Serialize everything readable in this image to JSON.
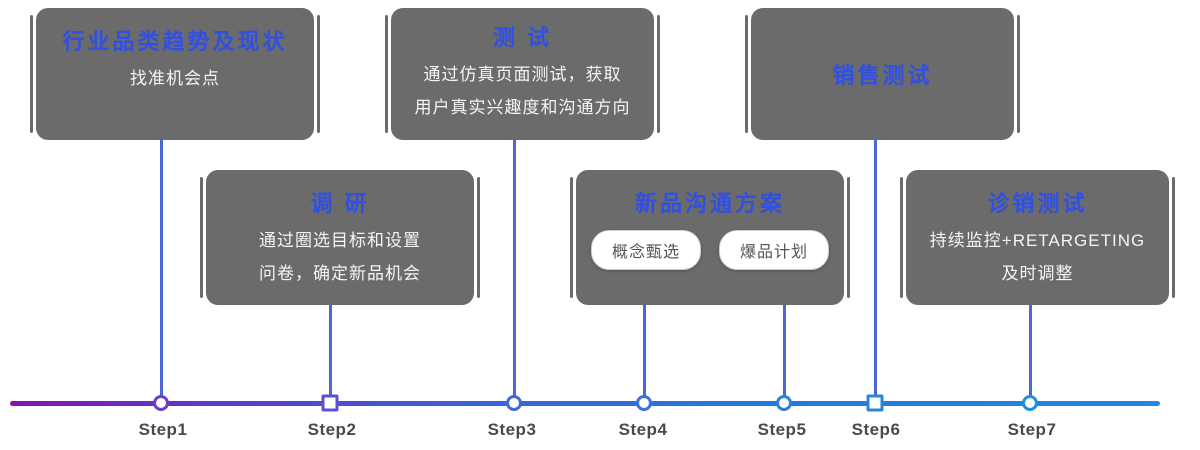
{
  "diagram": {
    "cards": [
      {
        "title": "行业品类趋势及现状",
        "lines": [
          "找准机会点"
        ]
      },
      {
        "title": "调 研",
        "lines": [
          "通过圈选目标和设置",
          "问卷，确定新品机会"
        ]
      },
      {
        "title": "测 试",
        "lines": [
          "通过仿真页面测试，获取",
          "用户真实兴趣度和沟通方向"
        ]
      },
      {
        "title": "新品沟通方案",
        "pills": [
          "概念甄选",
          "爆品计划"
        ]
      },
      {
        "title": "销售测试",
        "lines": []
      },
      {
        "title": "诊销测试",
        "lines": [
          "持续监控+RETARGETING",
          "及时调整"
        ]
      }
    ],
    "steps": [
      {
        "label": "Step1",
        "marker": "circle",
        "color": "#6e3ec9"
      },
      {
        "label": "Step2",
        "marker": "square",
        "color": "#5e4fd2"
      },
      {
        "label": "Step3",
        "marker": "circle",
        "color": "#4567d8"
      },
      {
        "label": "Step4",
        "marker": "circle",
        "color": "#3a74d8"
      },
      {
        "label": "Step5",
        "marker": "circle",
        "color": "#2f80d8"
      },
      {
        "label": "Step6",
        "marker": "square",
        "color": "#2b86d6"
      },
      {
        "label": "Step7",
        "marker": "circle",
        "color": "#2190dc"
      }
    ],
    "colors": {
      "card_bg": "#6b6b6b",
      "title_text": "#2f4fe5",
      "body_text": "#f5f5f5",
      "axis_gradient_start": "#8712b0",
      "axis_gradient_end": "#1e88e5",
      "connector": "#4b66d6",
      "step_label": "#4a4a4a"
    }
  }
}
